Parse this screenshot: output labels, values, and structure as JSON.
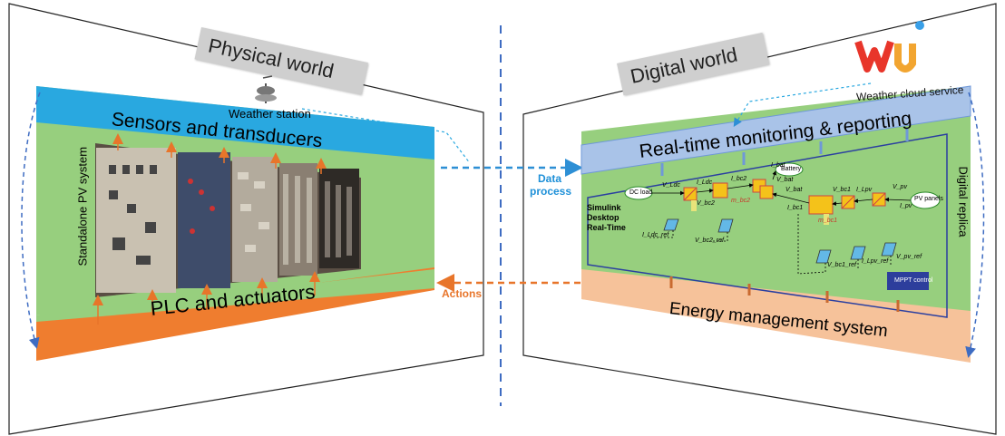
{
  "physical": {
    "tab": "Physical world",
    "weather_station": "Weather station",
    "sensors_band": "Sensors and transducers",
    "plc_band": "PLC and actuators",
    "side_label": "Standalone PV system"
  },
  "digital": {
    "tab": "Digital world",
    "weather_cloud": "Weather cloud service",
    "monitoring_band": "Real-time monitoring & reporting",
    "ems_band": "Energy management system",
    "side_label": "Digital replica",
    "simulink_label": "Simulink Desktop Real-Time"
  },
  "links": {
    "data_process": "Data process",
    "actions": "Actions"
  },
  "circuit": {
    "dc_load": "DC load",
    "battery": "Battery",
    "pv_panels": "PV panels",
    "mppt": "MPPT control",
    "labels": [
      "V_Ldc",
      "I_Ldc",
      "I_bc2",
      "I_bat",
      "V_bat",
      "V_bc2",
      "m_bc2",
      "I_Ldc_ref",
      "V_bc2_ref",
      "V_bat",
      "I_bc1",
      "V_bc1",
      "I_Lpv",
      "V_pv",
      "I_pv",
      "m_bc1",
      "V_bc1_ref",
      "I_Lpv_ref",
      "V_pv_ref"
    ]
  },
  "colors": {
    "sky_blue": "#29a8e0",
    "orange": "#ef7d2f",
    "green": "#97cf7e",
    "light_blue": "#a9c3e8",
    "light_orange": "#f6c29a",
    "dash_blue": "#3e6cc2"
  }
}
